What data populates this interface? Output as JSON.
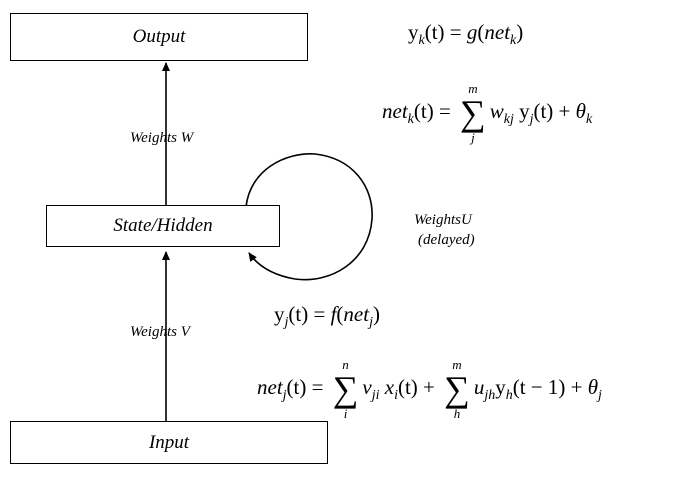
{
  "boxes": {
    "output": "Output",
    "hidden": "State/Hidden",
    "input": "Input"
  },
  "labels": {
    "weights_w": "Weights W",
    "weights_v": "Weights V",
    "weights_u_line1": "WeightsU",
    "weights_u_line2": "(delayed)"
  },
  "equations": {
    "eq1": {
      "lhs": "y",
      "lhs_sub": "k",
      "lhs_arg": "(t) = ",
      "rhs_fn": "g",
      "rhs_open": "(",
      "rhs_var": "net",
      "rhs_sub": "k",
      "rhs_close": ")"
    },
    "eq2": {
      "lhs": "net",
      "lhs_sub": "k",
      "lhs_arg": "(t) = ",
      "sum_top": "m",
      "sum_symbol": "∑",
      "sum_bottom": "j",
      "term_var": "w",
      "term_sub": "kj",
      "term2_var": "y",
      "term2_sub": "j",
      "term2_arg": "(t) + ",
      "theta": "θ",
      "theta_sub": "k"
    },
    "eq3": {
      "lhs": "y",
      "lhs_sub": "j",
      "lhs_arg": "(t) = ",
      "rhs_fn": "f",
      "rhs_open": "(",
      "rhs_var": "net",
      "rhs_sub": "j",
      "rhs_close": ")"
    },
    "eq4": {
      "lhs": "net",
      "lhs_sub": "j",
      "lhs_arg": "(t) = ",
      "sum1_top": "n",
      "sum1_symbol": "∑",
      "sum1_bottom": "i",
      "t1_var": "v",
      "t1_sub": "ji",
      "t2_var": "x",
      "t2_sub": "i",
      "t2_arg": "(t) + ",
      "sum2_top": "m",
      "sum2_symbol": "∑",
      "sum2_bottom": "h",
      "t3_var": "u",
      "t3_sub": "jh",
      "t4_var": "y",
      "t4_sub": "h",
      "t4_arg": "(t − 1) + ",
      "theta": "θ",
      "theta_sub": "j"
    }
  }
}
